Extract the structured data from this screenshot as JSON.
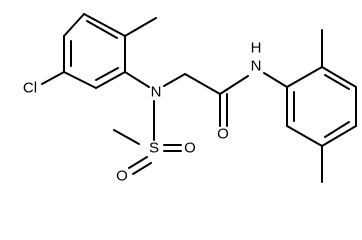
{
  "diagram": {
    "type": "chemical-structure",
    "atoms": {
      "chlorine": "Cl",
      "nitrogen_sulfonamide": "N",
      "sulfur": "S",
      "oxygen_sulfonyl_1": "O",
      "oxygen_sulfonyl_2": "O",
      "oxygen_carbonyl": "O",
      "amide_nh": "N",
      "amide_h": "H"
    }
  }
}
